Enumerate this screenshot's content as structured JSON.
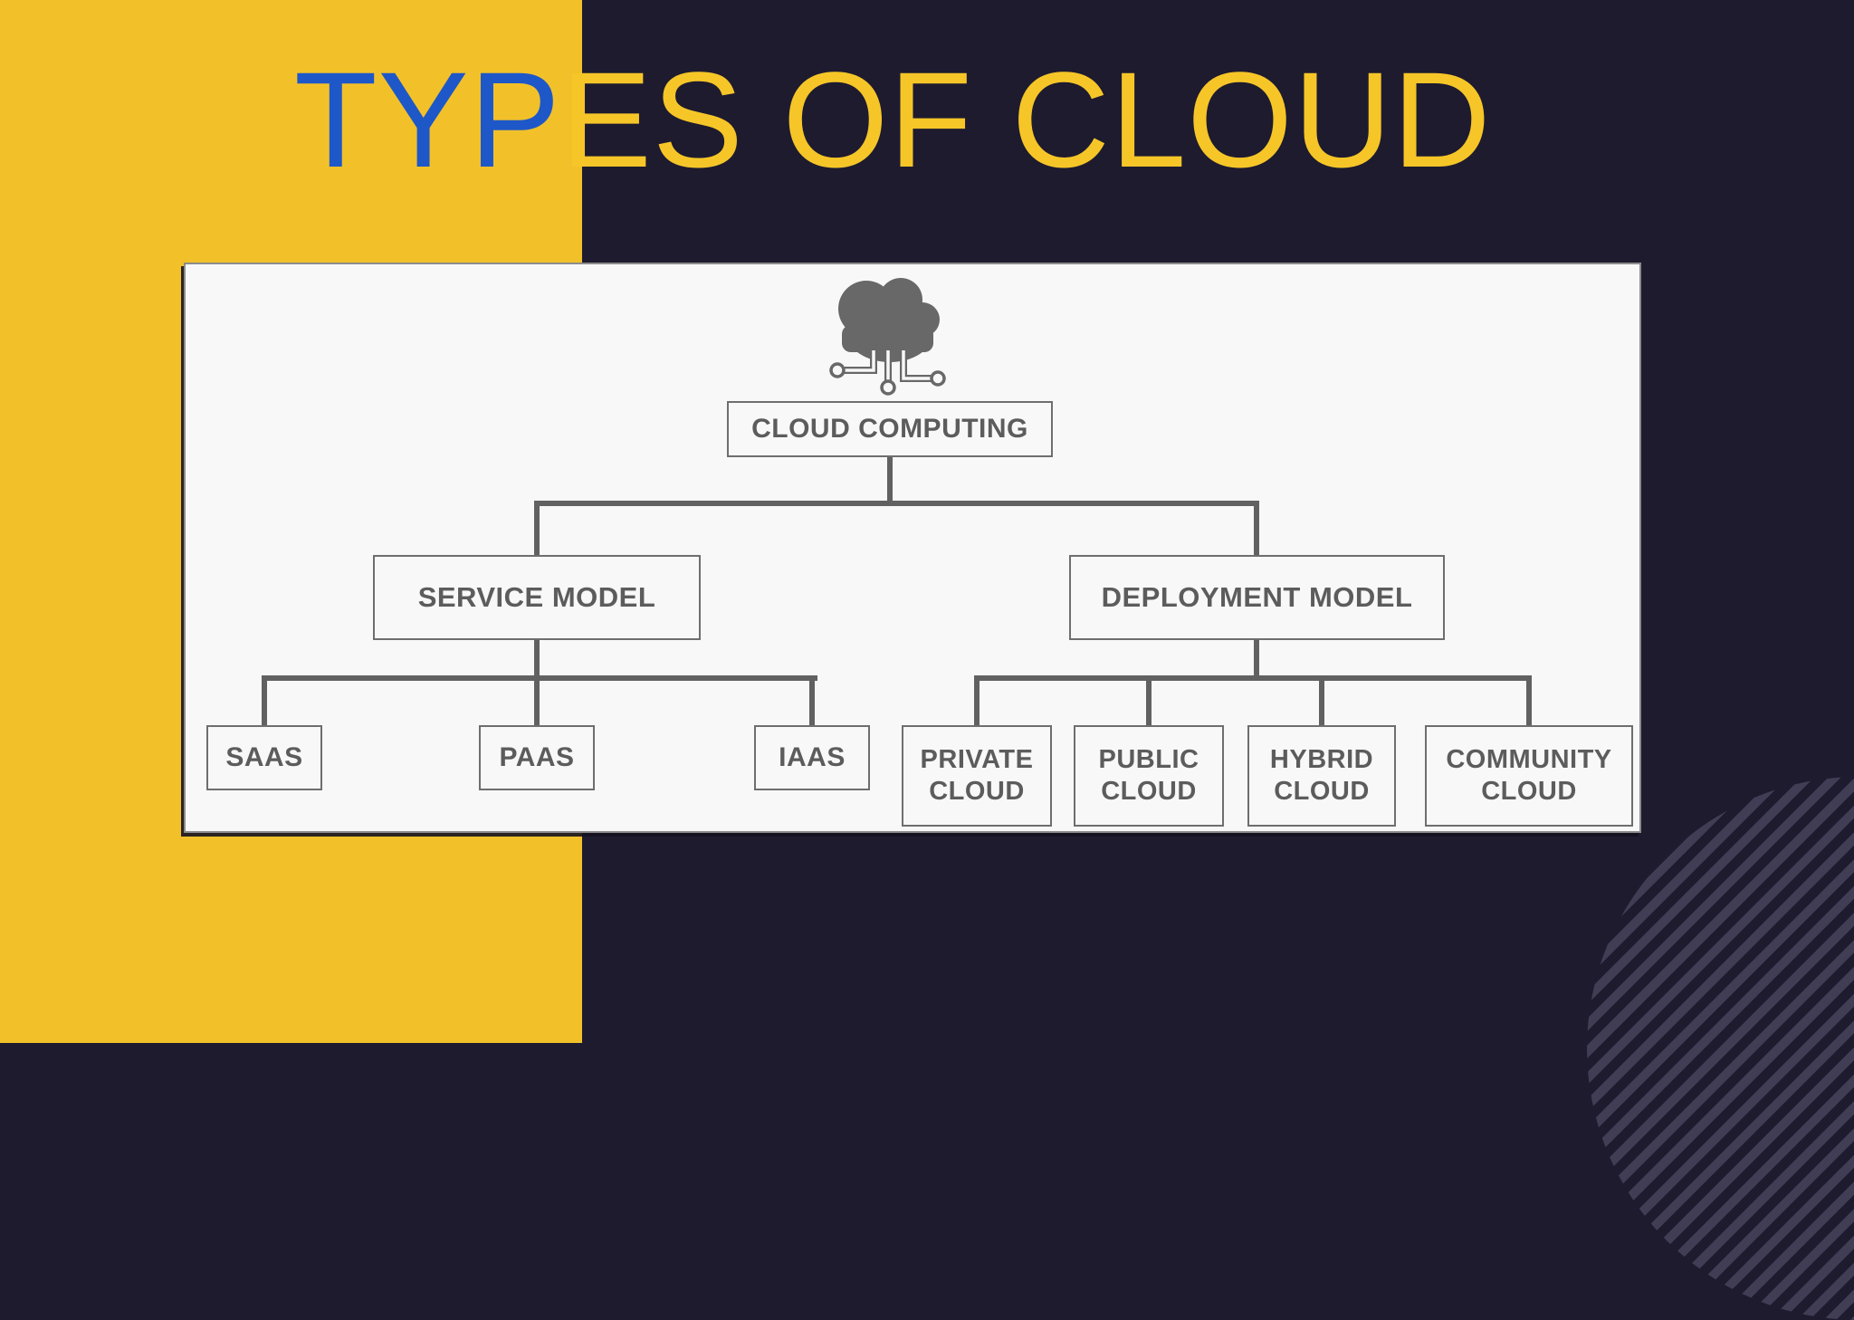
{
  "slide": {
    "title": {
      "highlight": "TYP",
      "rest": "ES OF CLOUD"
    }
  },
  "colors": {
    "background_navy": "#1E1B2F",
    "background_yellow": "#F2C12A",
    "title_blue": "#1E57C8",
    "title_yellow": "#F6C628",
    "panel_bg": "#F8F8F8",
    "box_border_gray": "#6E6E6E",
    "text_gray": "#5C5C5C",
    "connector_gray": "#616161",
    "cloud_gray": "#686868",
    "stripe_purple": "#403D55"
  },
  "diagram": {
    "icon": "cloud-circuit-icon",
    "root": "CLOUD COMPUTING",
    "service": {
      "label": "SERVICE MODEL",
      "children": [
        "SAAS",
        "PAAS",
        "IAAS"
      ]
    },
    "deployment": {
      "label": "DEPLOYMENT MODEL",
      "children": [
        "PRIVATE CLOUD",
        "PUBLIC CLOUD",
        "HYBRID CLOUD",
        "COMMUNITY CLOUD"
      ]
    }
  }
}
